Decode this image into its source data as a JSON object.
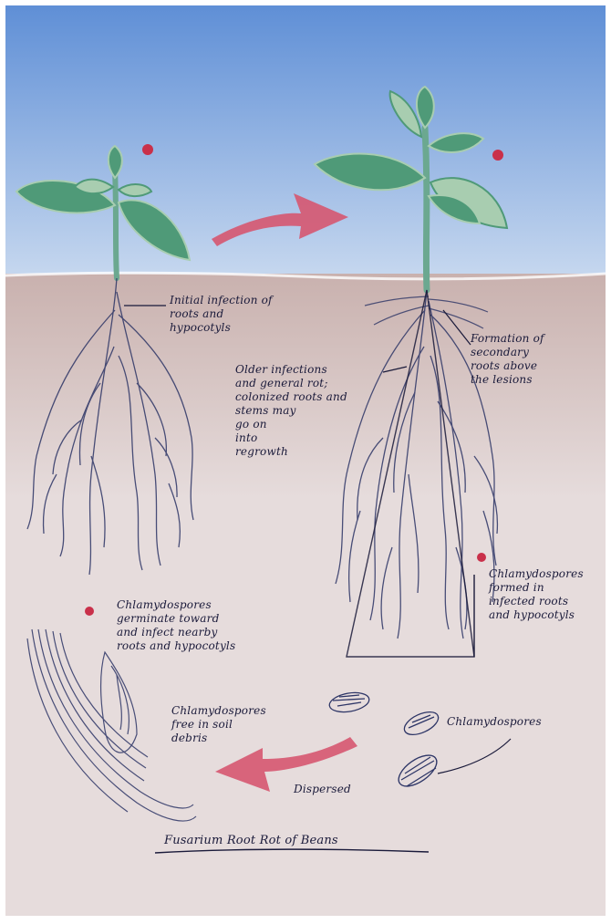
{
  "colors": {
    "sky": "#5f8fd6",
    "sky_light": "#c7d8ef",
    "soil": "#c9b1ae",
    "soil_light": "#e6dcdc",
    "leaf": "#4f9a78",
    "leaf_light": "#a8cdb0",
    "stem": "#6ba890",
    "root": "#2d3566",
    "arrow": "#d65670",
    "dot": "#c9304a",
    "ink": "#1a1a3a",
    "border": "#ffffff"
  },
  "labels": {
    "initial_infection": "Initial infection of\nroots and\nhypocotyls",
    "older_infections": "Older infections\nand general rot;\ncolonized roots and\nstems may\ngo on\ninto\nregrowth",
    "formation_secondary": "Formation of\nsecondary\nroots above\nthe lesions",
    "chlamydospores_formed": "Chlamydospores\nformed in\ninfected roots\nand hypocotyls",
    "chlamydospores_germinate": "Chlamydospores\ngerminate toward\nand infect nearby\nroots and hypocotyls",
    "chlamydospores_free": "Chlamydospores\nfree in soil\ndebris",
    "chlamydospores": "Chlamydospores",
    "dispersal": "Dispersed",
    "title": "Fusarium Root Rot of Beans"
  }
}
